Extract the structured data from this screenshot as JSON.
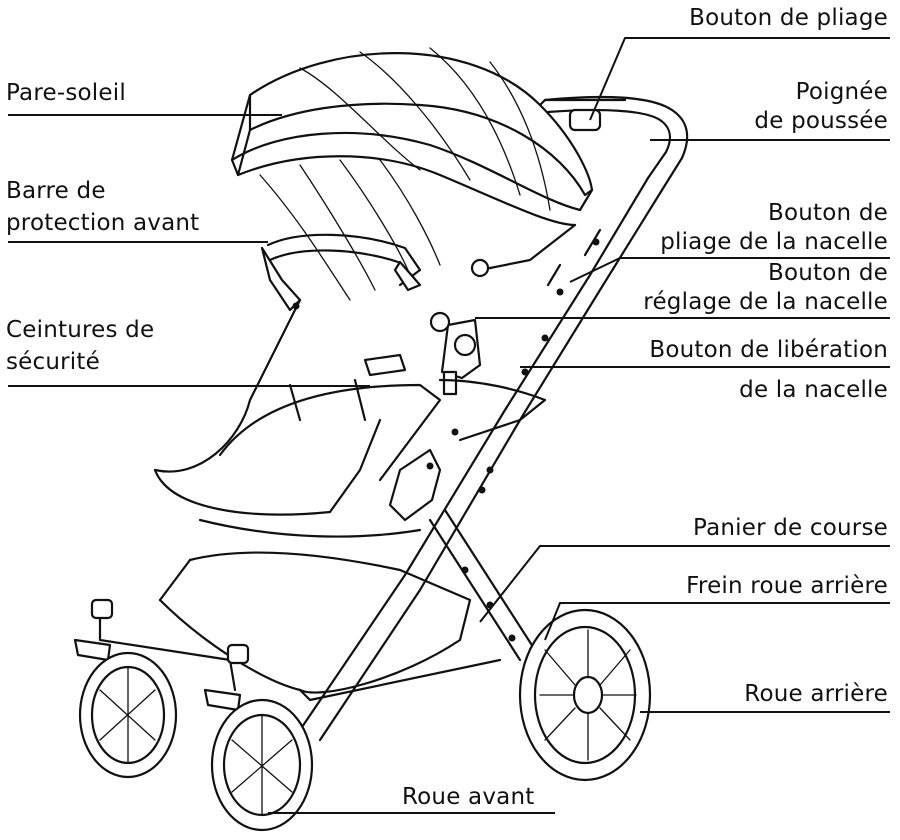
{
  "labels": {
    "bouton_pliage": "Bouton de pliage",
    "pare_soleil": "Pare-soleil",
    "poignee_1": "Poignée",
    "poignee_2": "de poussée",
    "barre_1": "Barre de",
    "barre_2": "protection avant",
    "bouton_pliage_nacelle_1": "Bouton de",
    "bouton_pliage_nacelle_2": "pliage de la nacelle",
    "bouton_reglage_1": "Bouton de",
    "bouton_reglage_2": "réglage de la nacelle",
    "ceintures_1": "Ceintures de",
    "ceintures_2": "sécurité",
    "bouton_liberation_1": "Bouton de libération",
    "bouton_liberation_2": "de la nacelle",
    "panier": "Panier de course",
    "frein": "Frein roue arrière",
    "roue_arriere": "Roue arrière",
    "roue_avant": "Roue avant"
  }
}
